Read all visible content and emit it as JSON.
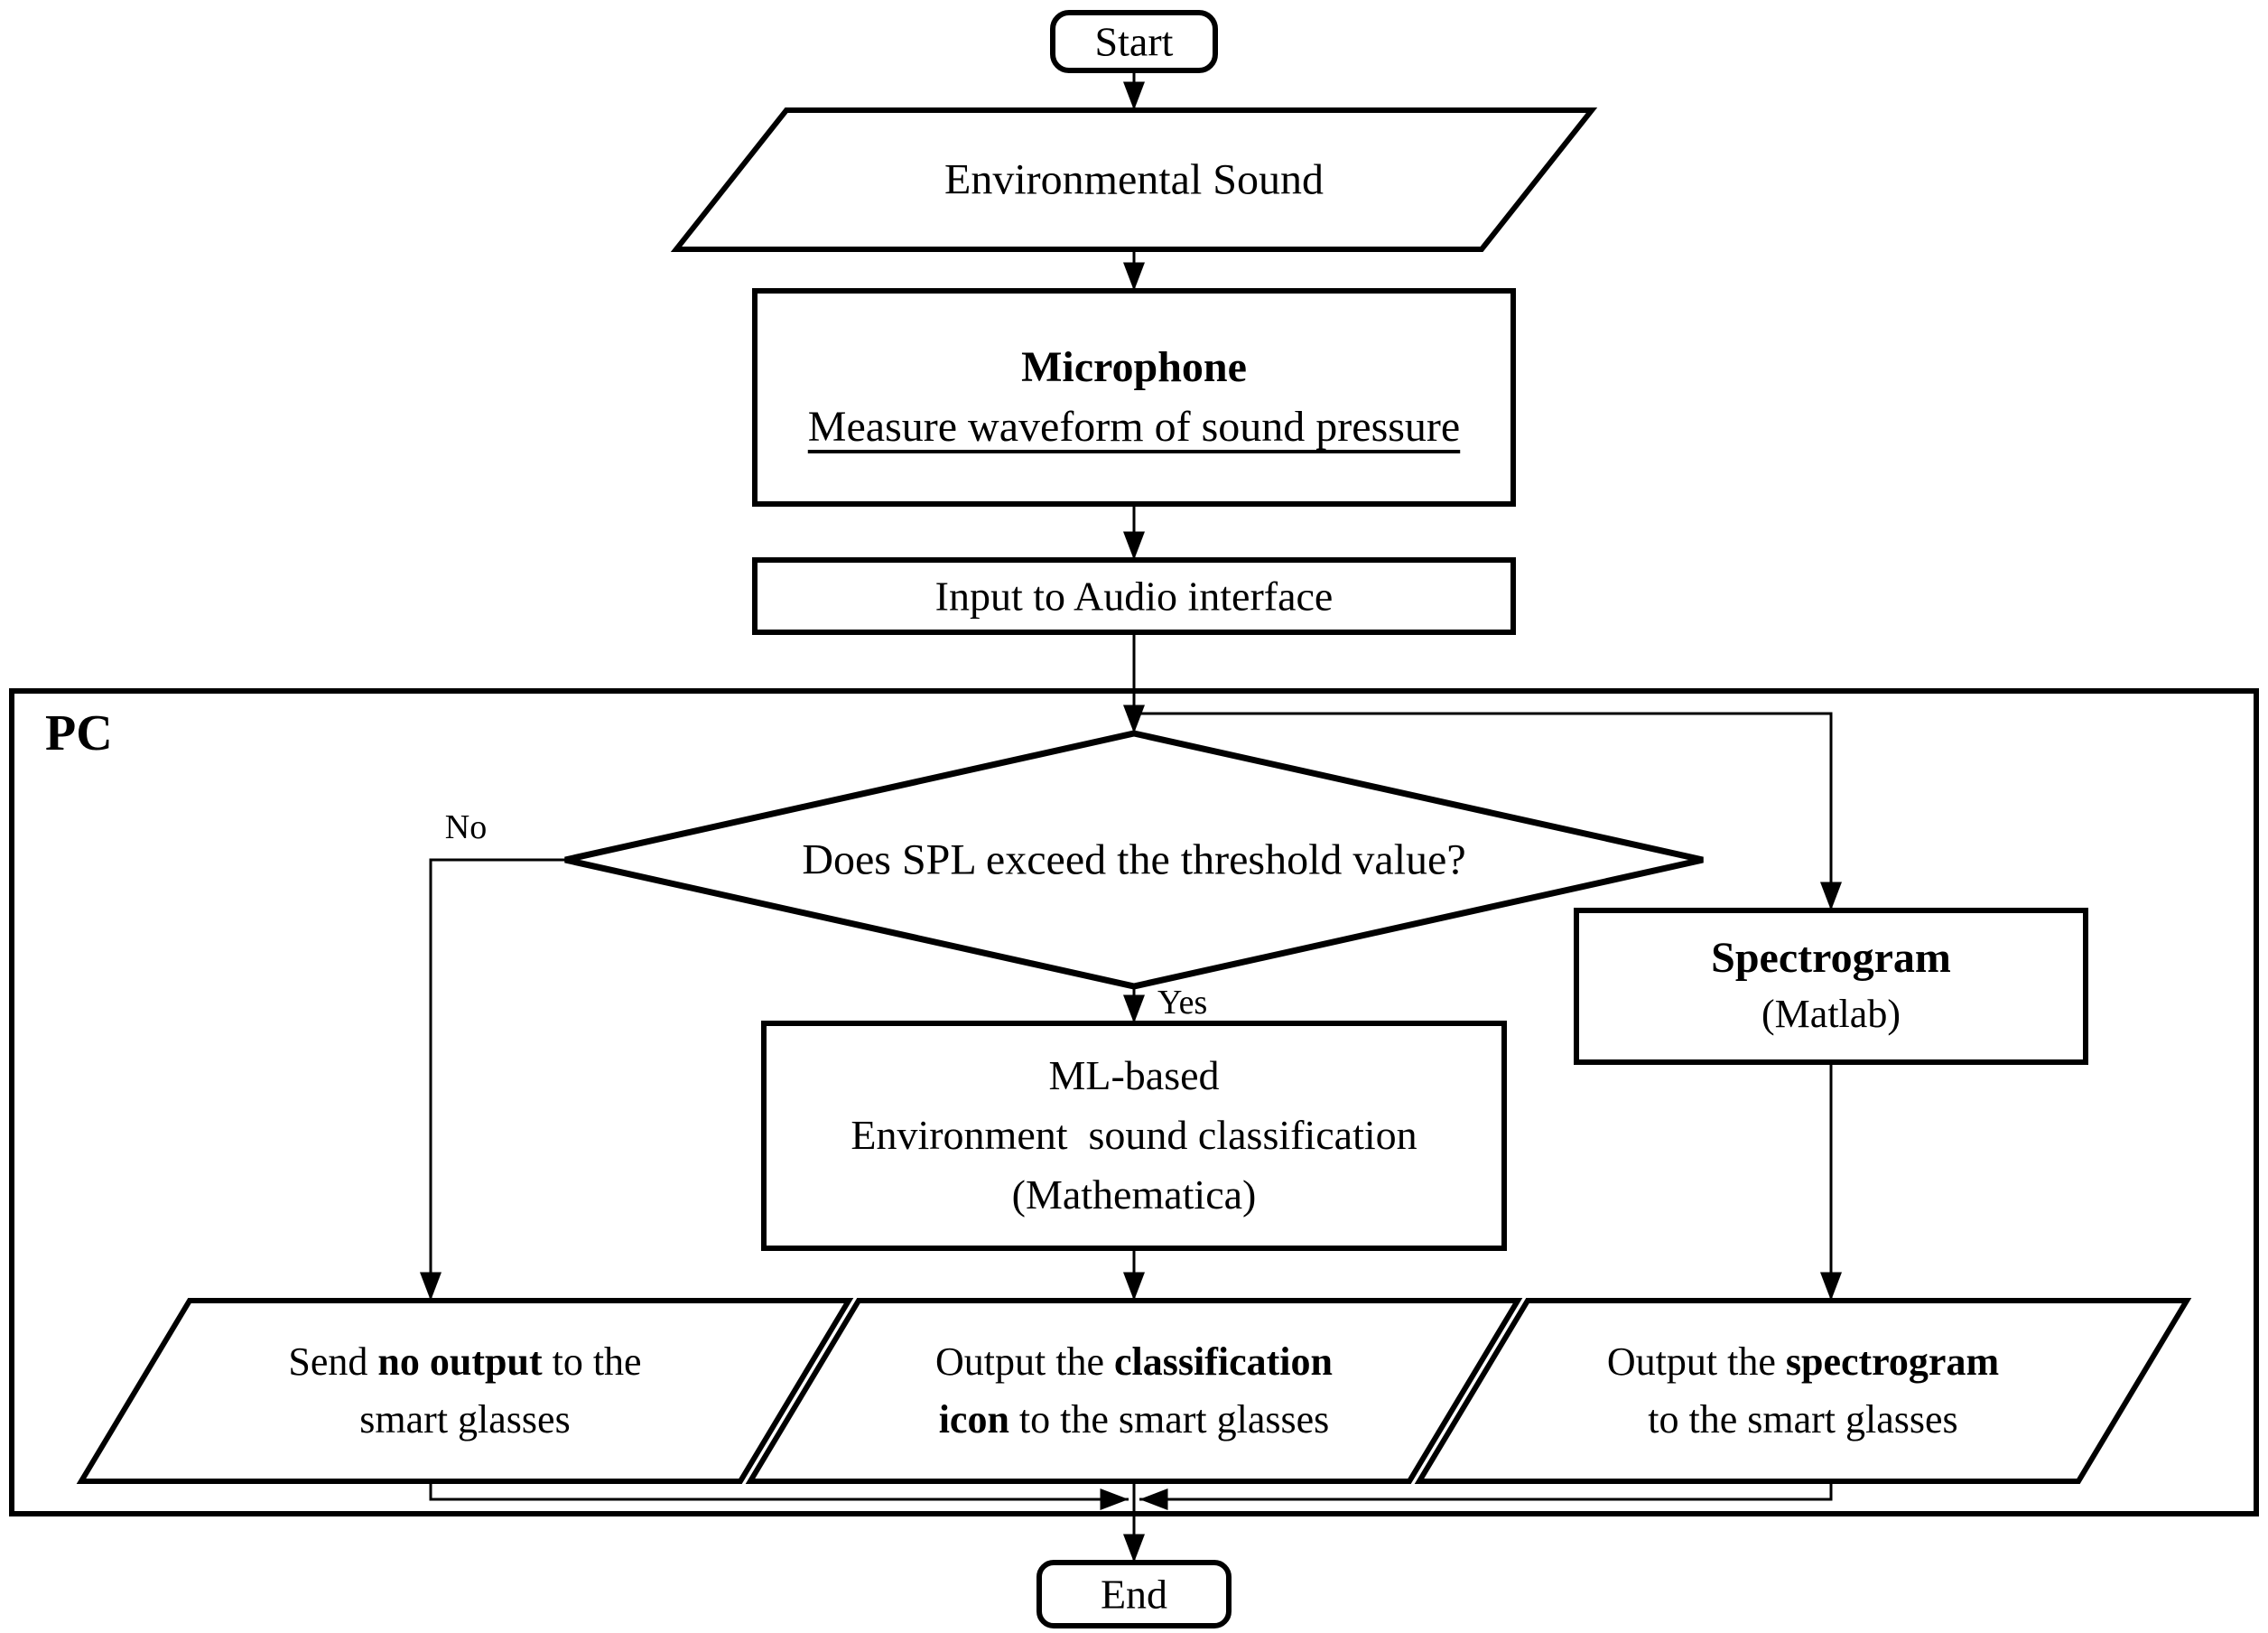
{
  "colors": {
    "stroke": "#000000",
    "background": "#ffffff"
  },
  "diagram": {
    "start": {
      "label": "Start"
    },
    "environmental_sound": {
      "label": "Environmental Sound"
    },
    "microphone": {
      "title": "Microphone",
      "subtitle": "Measure waveform of sound pressure"
    },
    "audio_interface": {
      "label": "Input to Audio interface"
    },
    "pc": {
      "label": "PC"
    },
    "spl_decision": {
      "question": "Does SPL exceed the threshold value?",
      "no": "No",
      "yes": "Yes"
    },
    "spectrogram": {
      "title": "Spectrogram",
      "subtitle": "(Matlab)"
    },
    "ml_classification": {
      "line1": "ML-based",
      "line2": "Environment  sound classification",
      "line3": "(Mathematica)"
    },
    "no_output": {
      "l1_pre": "Send ",
      "l1_bold": "no output",
      "l1_post": " to the",
      "l2": "smart glasses"
    },
    "output_icon": {
      "l1_pre": "Output the ",
      "l1_bold": "classification",
      "l2_bold": "icon",
      "l2_post": " to the smart glasses"
    },
    "output_spectrogram": {
      "l1_pre": "Output the ",
      "l1_bold": "spectrogram",
      "l2": "to the smart glasses"
    },
    "end": {
      "label": "End"
    }
  }
}
